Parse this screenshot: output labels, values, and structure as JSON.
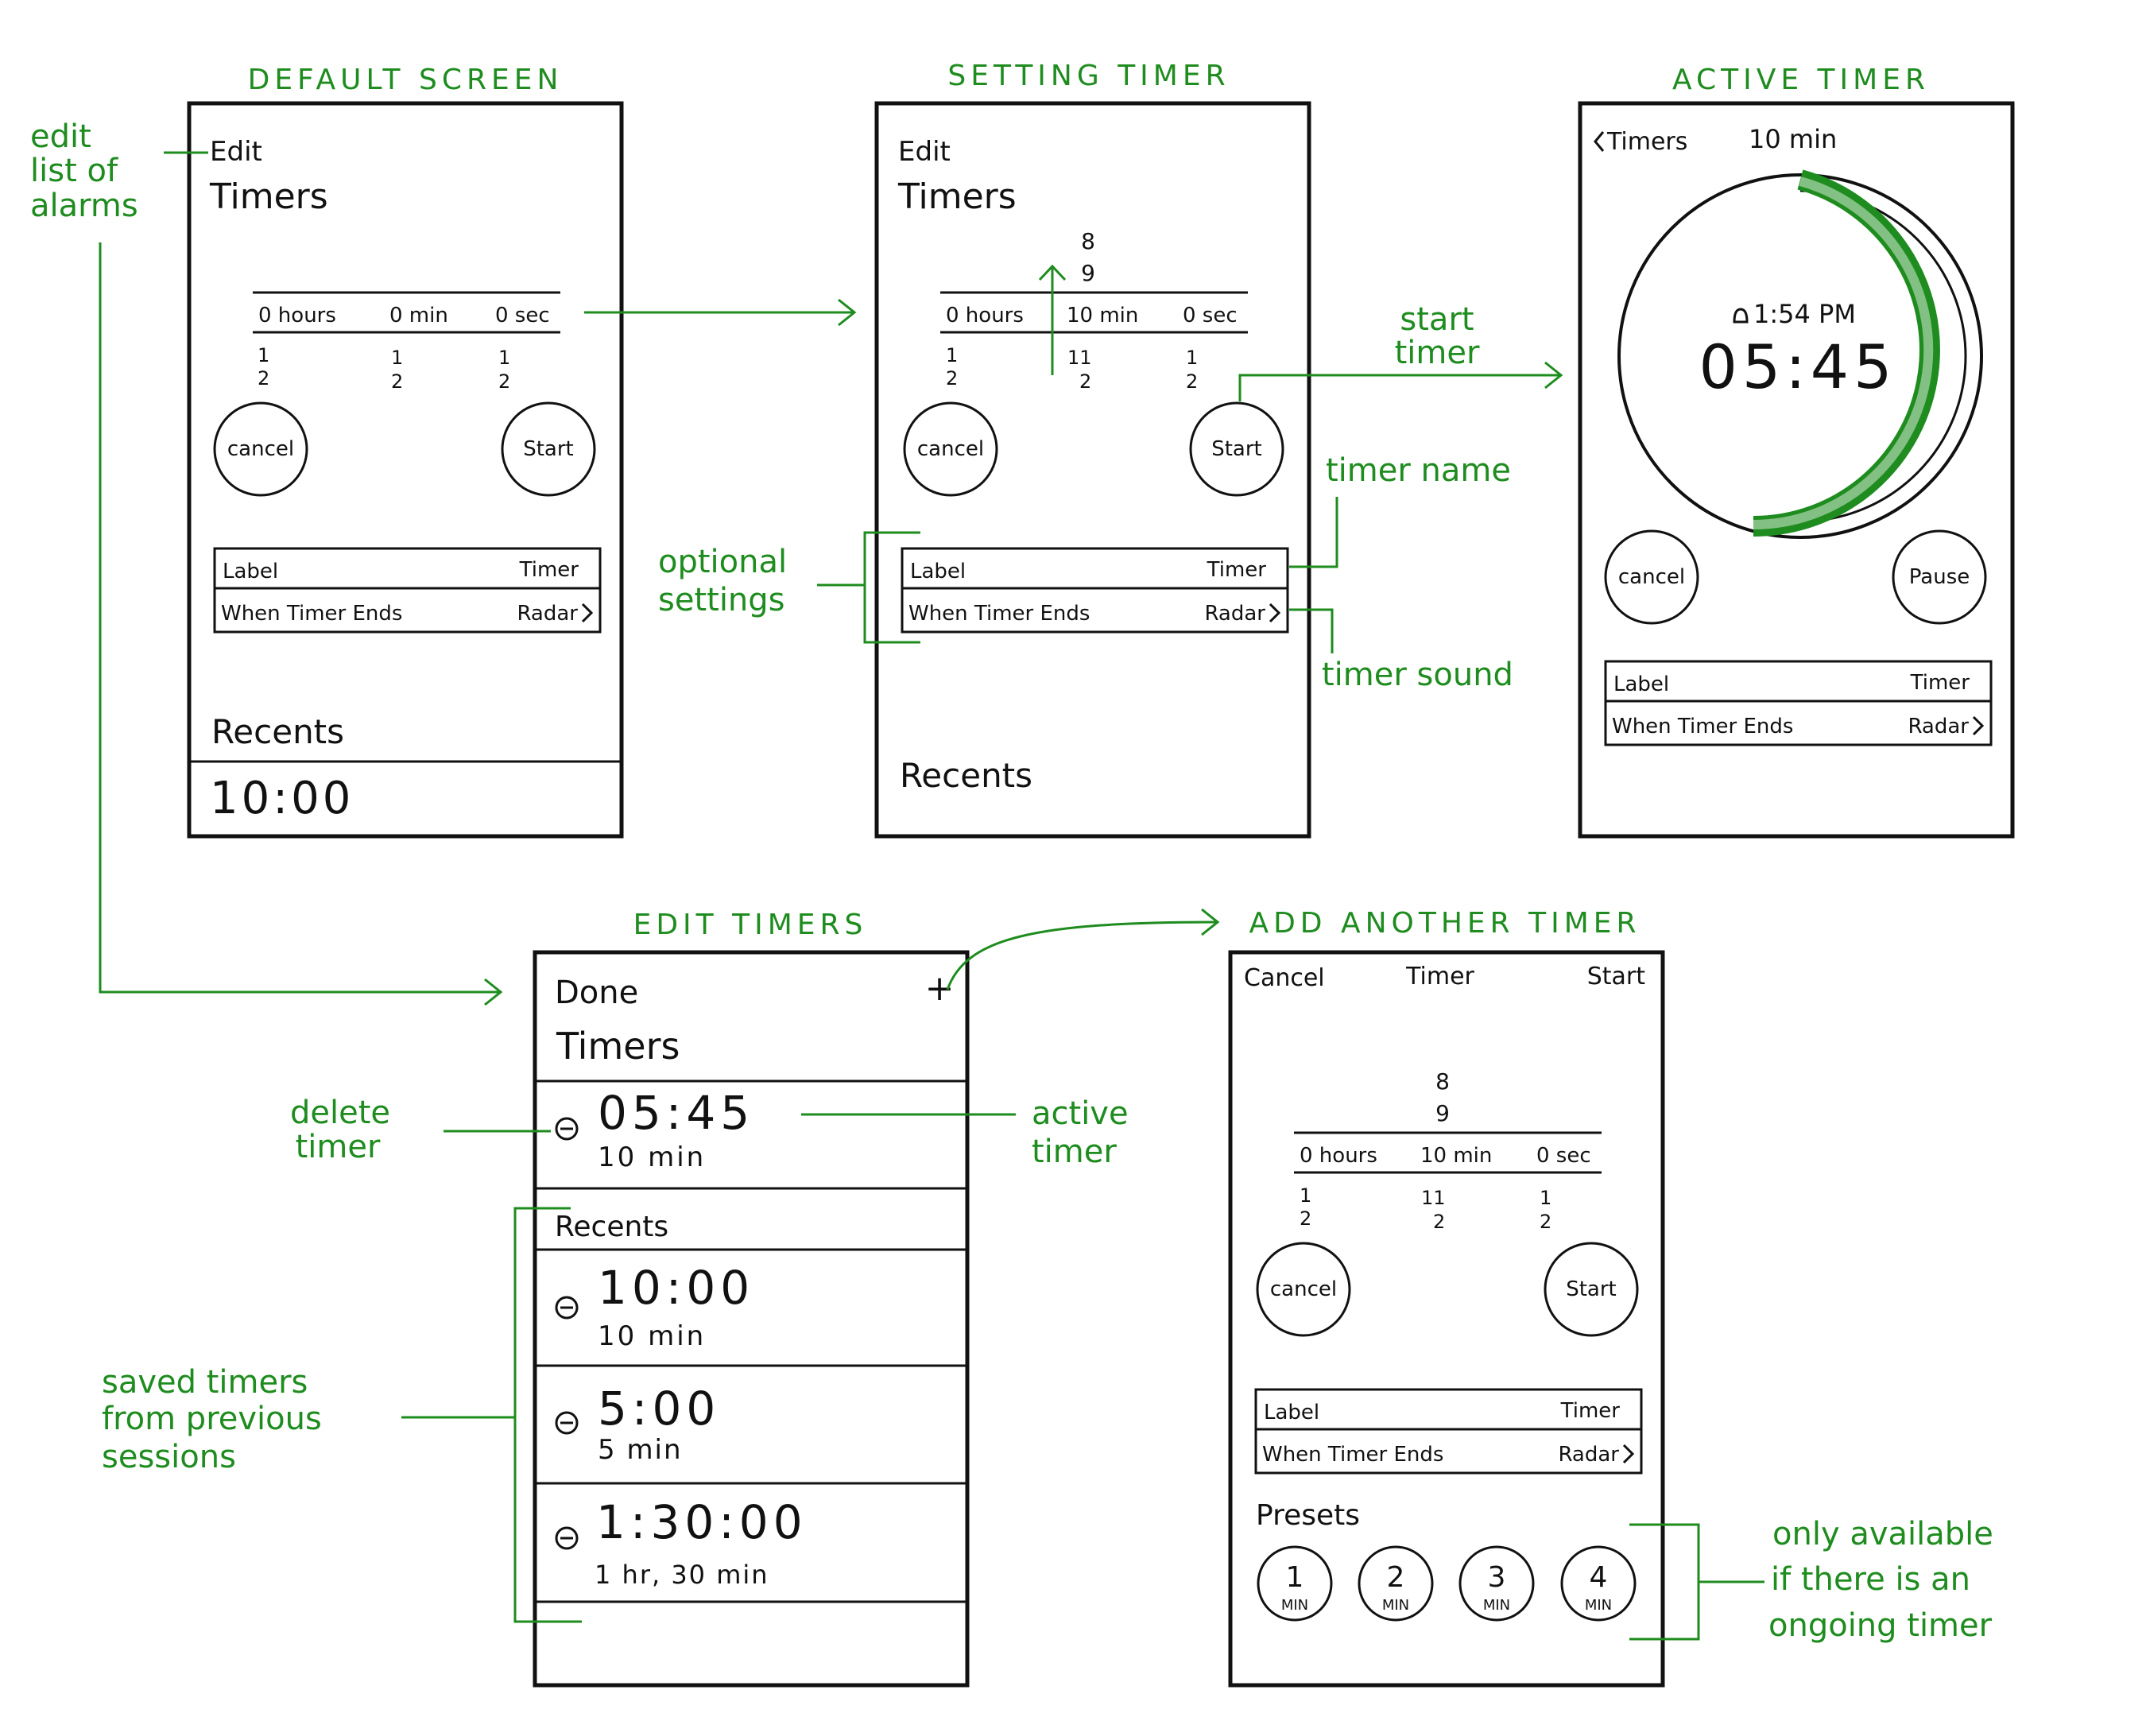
{
  "colors": {
    "ink": "#111111",
    "annotation": "#1e8c1e"
  },
  "screens": {
    "default": {
      "title": "DEFAULT SCREEN",
      "edit": "Edit",
      "heading": "Timers",
      "picker": {
        "hours": "0 hours",
        "min": "0 min",
        "sec": "0 sec",
        "h1": "1",
        "h2": "2",
        "m1": "1",
        "m2": "2",
        "s1": "1",
        "s2": "2"
      },
      "cancel": "cancel",
      "start": "Start",
      "label_row": {
        "label": "Label",
        "value": "Timer"
      },
      "ends_row": {
        "label": "When Timer Ends",
        "value": "Radar"
      },
      "recents": "Recents",
      "recent_time": "10:00"
    },
    "setting": {
      "title": "SETTING TIMER",
      "edit": "Edit",
      "heading": "Timers",
      "above_1": "8",
      "above_2": "9",
      "picker": {
        "hours": "0 hours",
        "min": "10 min",
        "sec": "0 sec",
        "h1": "1",
        "h2": "2",
        "m1": "11",
        "m2": "2",
        "s1": "1",
        "s2": "2"
      },
      "cancel": "cancel",
      "start": "Start",
      "label_row": {
        "label": "Label",
        "value": "Timer"
      },
      "ends_row": {
        "label": "When Timer Ends",
        "value": "Radar"
      },
      "recents": "Recents"
    },
    "active": {
      "title": "ACTIVE TIMER",
      "back": "Timers",
      "duration": "10 min",
      "alarm_time": "1:54 PM",
      "countdown": "05:45",
      "cancel": "cancel",
      "pause": "Pause",
      "label_row": {
        "label": "Label",
        "value": "Timer"
      },
      "ends_row": {
        "label": "When Timer Ends",
        "value": "Radar"
      }
    },
    "edit": {
      "title": "EDIT TIMERS",
      "done": "Done",
      "add": "+",
      "heading": "Timers",
      "active_time": "05:45",
      "active_sub": "10 min",
      "recents": "Recents",
      "items": [
        {
          "time": "10:00",
          "sub": "10 min"
        },
        {
          "time": "5:00",
          "sub": "5 min"
        },
        {
          "time": "1:30:00",
          "sub": "1 hr, 30 min"
        }
      ]
    },
    "add": {
      "title": "ADD ANOTHER TIMER",
      "cancel_top": "Cancel",
      "center": "Timer",
      "start_top": "Start",
      "above_1": "8",
      "above_2": "9",
      "picker": {
        "hours": "0 hours",
        "min": "10 min",
        "sec": "0 sec",
        "h1": "1",
        "h2": "2",
        "m1": "11",
        "m2": "2",
        "s1": "1",
        "s2": "2"
      },
      "cancel": "cancel",
      "start": "Start",
      "label_row": {
        "label": "Label",
        "value": "Timer"
      },
      "ends_row": {
        "label": "When Timer Ends",
        "value": "Radar"
      },
      "presets_label": "Presets",
      "presets": [
        {
          "num": "1",
          "unit": "MIN"
        },
        {
          "num": "2",
          "unit": "MIN"
        },
        {
          "num": "3",
          "unit": "MIN"
        },
        {
          "num": "4",
          "unit": "MIN"
        }
      ]
    }
  },
  "annotations": {
    "edit_list": [
      "edit",
      "list of",
      "alarms"
    ],
    "start_timer": [
      "start",
      "timer"
    ],
    "timer_name": "timer name",
    "optional_settings": [
      "optional",
      "settings"
    ],
    "timer_sound": "timer sound",
    "delete_timer": [
      "delete",
      "timer"
    ],
    "active_timer": [
      "active",
      "timer"
    ],
    "saved_timers": [
      "saved timers",
      "from previous",
      "sessions"
    ],
    "only_available": [
      "only available",
      "if there is an",
      "ongoing timer"
    ]
  }
}
